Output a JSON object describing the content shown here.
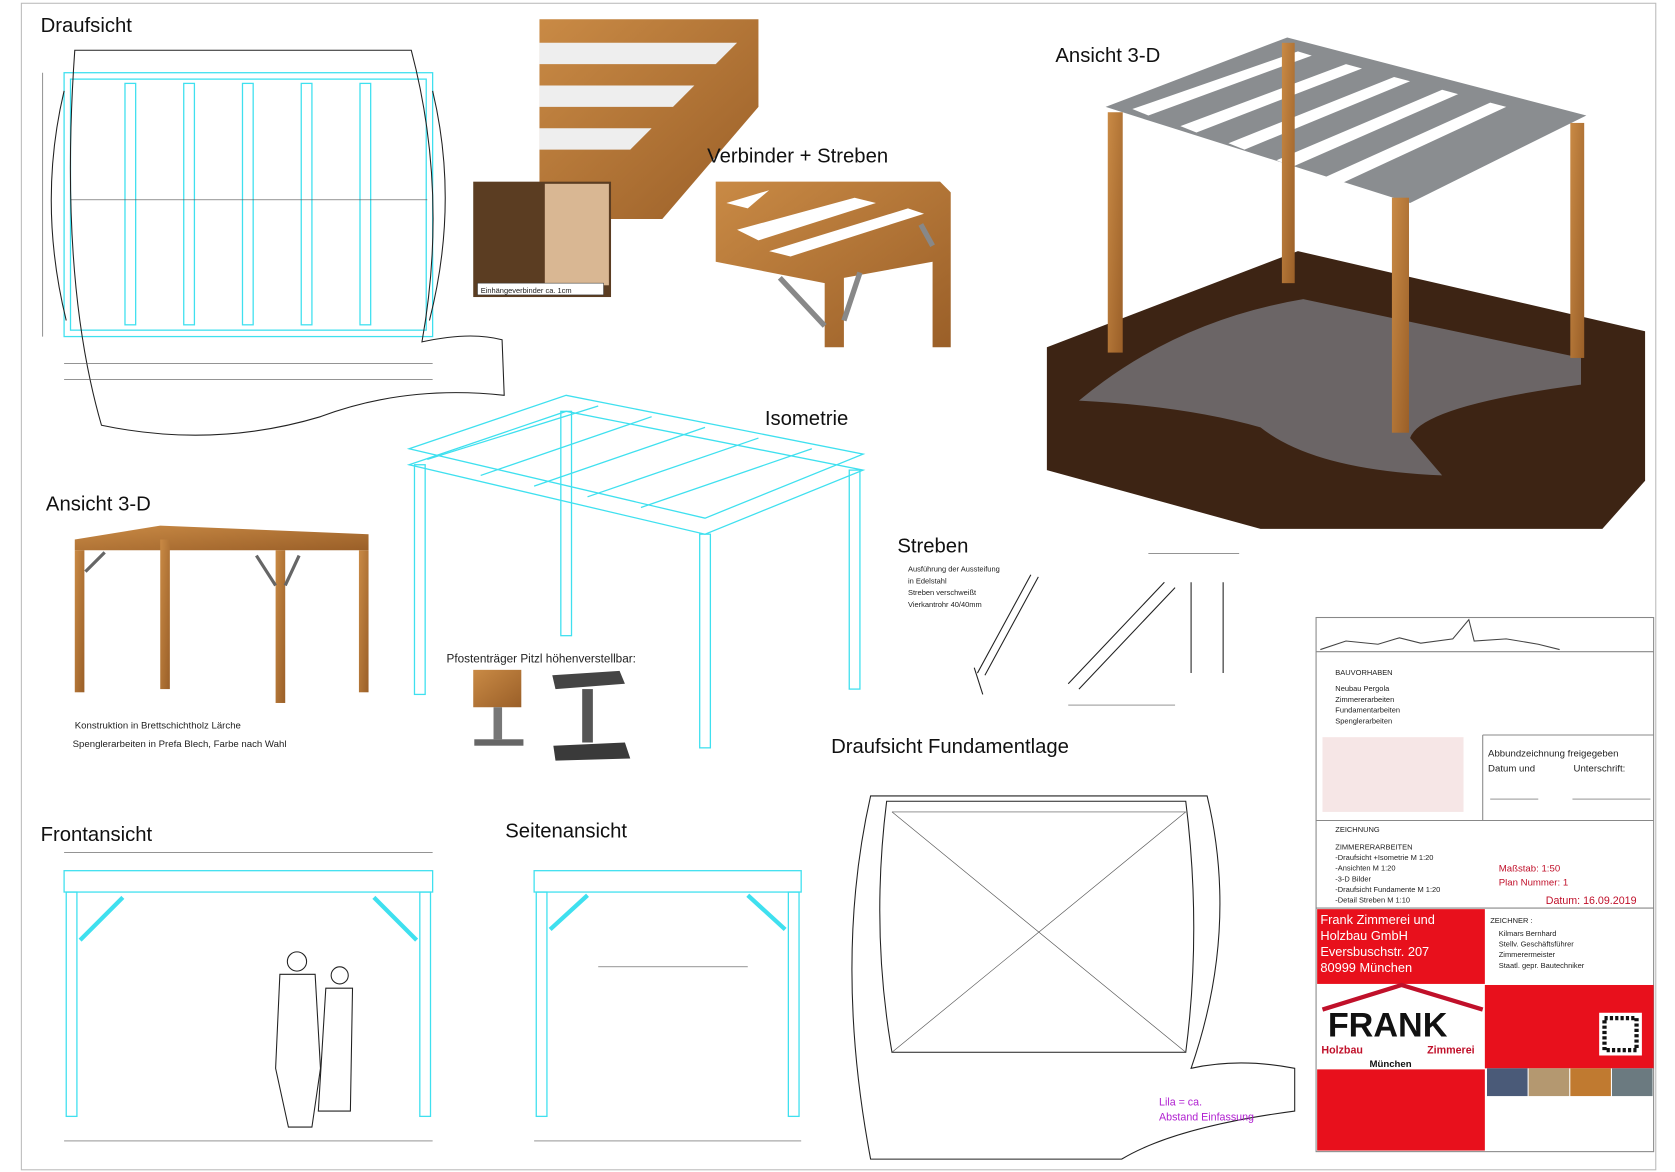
{
  "sections": {
    "draufsicht": "Draufsicht",
    "verbinder": "Verbinder + Streben",
    "ansicht3d_big": "Ansicht 3-D",
    "isometrie": "Isometrie",
    "ansicht3d_small": "Ansicht 3-D",
    "streben": "Streben",
    "fundament": "Draufsicht Fundamentlage",
    "frontansicht": "Frontansicht",
    "seitenansicht": "Seitenansicht"
  },
  "notes": {
    "einhaenge": "Einhängeverbinder ca. 1cm",
    "konstruktion": "Konstruktion in Brettschichtholz Lärche",
    "spengler": "Spenglerarbeiten in Prefa Blech, Farbe nach Wahl",
    "pfosten": "Pfostenträger Pitzl höhenverstellbar:",
    "streben_lines": [
      "Ausführung der Aussteifung",
      "in Edelstahl",
      "Streben verschweißt",
      "Vierkantrohr 40/40mm"
    ],
    "lila_lines": [
      "Lila = ca.",
      "Abstand Einfassung"
    ]
  },
  "title_block": {
    "bauvorhaben_label": "BAUVORHABEN",
    "bauvorhaben_lines": [
      "Neubau Pergola",
      "Zimmererarbeiten",
      "Fundamentarbeiten",
      "Spenglerarbeiten"
    ],
    "freigabe_lines": [
      "Abbundzeichnung freigegeben",
      "Datum und",
      "Unterschrift:"
    ],
    "zeichnung_label": "ZEICHNUNG",
    "zeichnung_lines": [
      "ZIMMERERARBEITEN",
      "-Draufsicht +Isometrie M 1:20",
      "-Ansichten M 1:20",
      "-3-D Bilder",
      "-Draufsicht Fundamente M 1:20",
      "-Detail Streben M 1:10"
    ],
    "massstab": "Maßstab: 1:50",
    "plan_nummer": "Plan Nummer: 1",
    "datum": "Datum: 16.09.2019",
    "company_lines": [
      "Frank Zimmerei und",
      "Holzbau GmbH",
      "Eversbuschstr. 207",
      "80999 München"
    ],
    "zeichner_label": "ZEICHNER :",
    "zeichner_lines": [
      "Kilmars Bernhard",
      "Stellv. Geschäftsführer",
      "Zimmerermeister",
      "Staatl. gepr. Bautechniker"
    ],
    "logo_text": "FRANK",
    "logo_sub": [
      "Holzbau",
      "Zimmerei",
      "München"
    ],
    "accent": "#e8101c"
  }
}
